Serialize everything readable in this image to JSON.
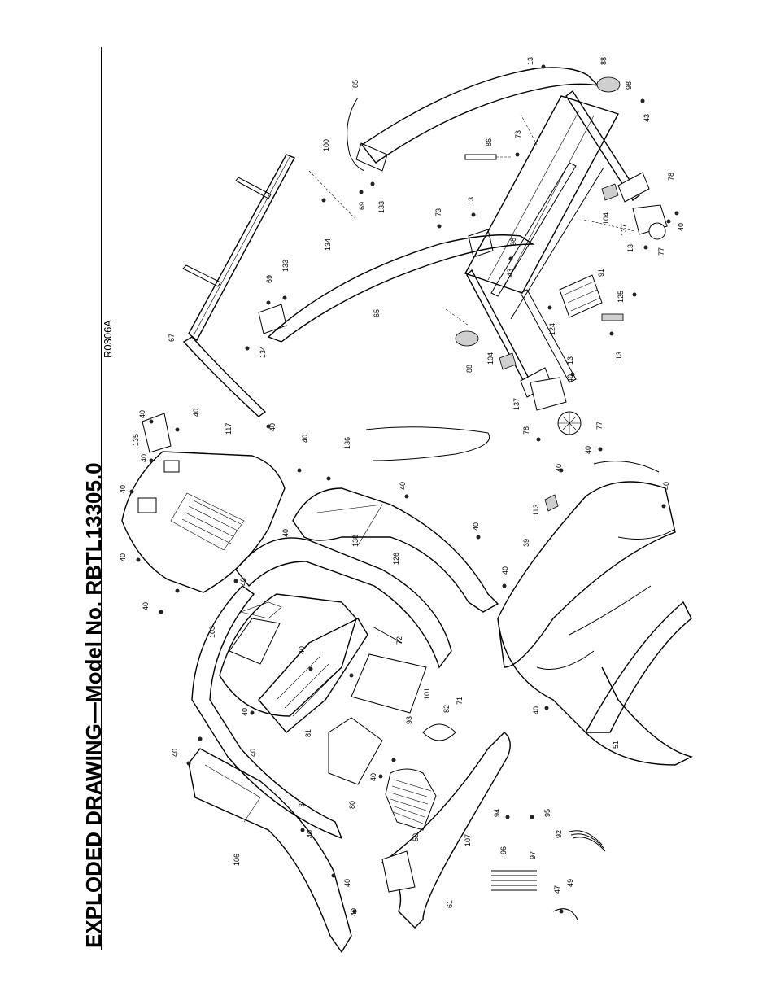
{
  "title": "EXPLODED DRAWING—Model No. RBTL13305.0",
  "drawing_code": "R0306A",
  "callouts": {
    "c13a": "13",
    "c88a": "88",
    "c98a": "98",
    "c43a": "43",
    "c85": "85",
    "c73a": "73",
    "c86": "86",
    "c100": "100",
    "c69a": "69",
    "c133a": "133",
    "c78a": "78",
    "c104a": "104",
    "c137a": "137",
    "c40a": "40",
    "c13b": "13",
    "c77a": "77",
    "c134a": "134",
    "c73b": "73",
    "c13c": "13",
    "c98b": "98",
    "c43b": "43",
    "c91": "91",
    "c125": "125",
    "c69b": "69",
    "c133b": "133",
    "c65": "65",
    "c67": "67",
    "c134b": "134",
    "c124": "124",
    "c13d": "13",
    "c88b": "88",
    "c104b": "104",
    "c13e": "13",
    "c40b": "40",
    "c137b": "137",
    "c78b": "78",
    "c77b": "77",
    "c135": "135",
    "c40c": "40",
    "c40d": "40",
    "c117": "117",
    "c40e": "40",
    "c40f": "40",
    "c136": "136",
    "c40g": "40",
    "c40h": "40",
    "c40i": "40",
    "c40j": "40",
    "c40k": "40",
    "c40l": "40",
    "c113": "113",
    "c40m": "40",
    "c40n": "40",
    "c39": "39",
    "c40o": "40",
    "c138": "138",
    "c126": "126",
    "c40p": "40",
    "c40q": "40",
    "c103": "103",
    "c40r": "40",
    "c72": "72",
    "c40s": "40",
    "c101": "101",
    "c71": "71",
    "c93": "93",
    "c82": "82",
    "c40t": "40",
    "c81": "81",
    "c40u": "40",
    "c40v": "40",
    "c51": "51",
    "c40w": "40",
    "c3": "3",
    "c80": "80",
    "c40x": "40",
    "c50": "50",
    "c106": "106",
    "c40y": "40",
    "c94": "94",
    "c95": "95",
    "c96": "96",
    "c92": "92",
    "c107": "107",
    "c97": "97",
    "c40z": "40",
    "c47": "47",
    "c49": "49",
    "c61": "61",
    "c40aa": "40"
  }
}
